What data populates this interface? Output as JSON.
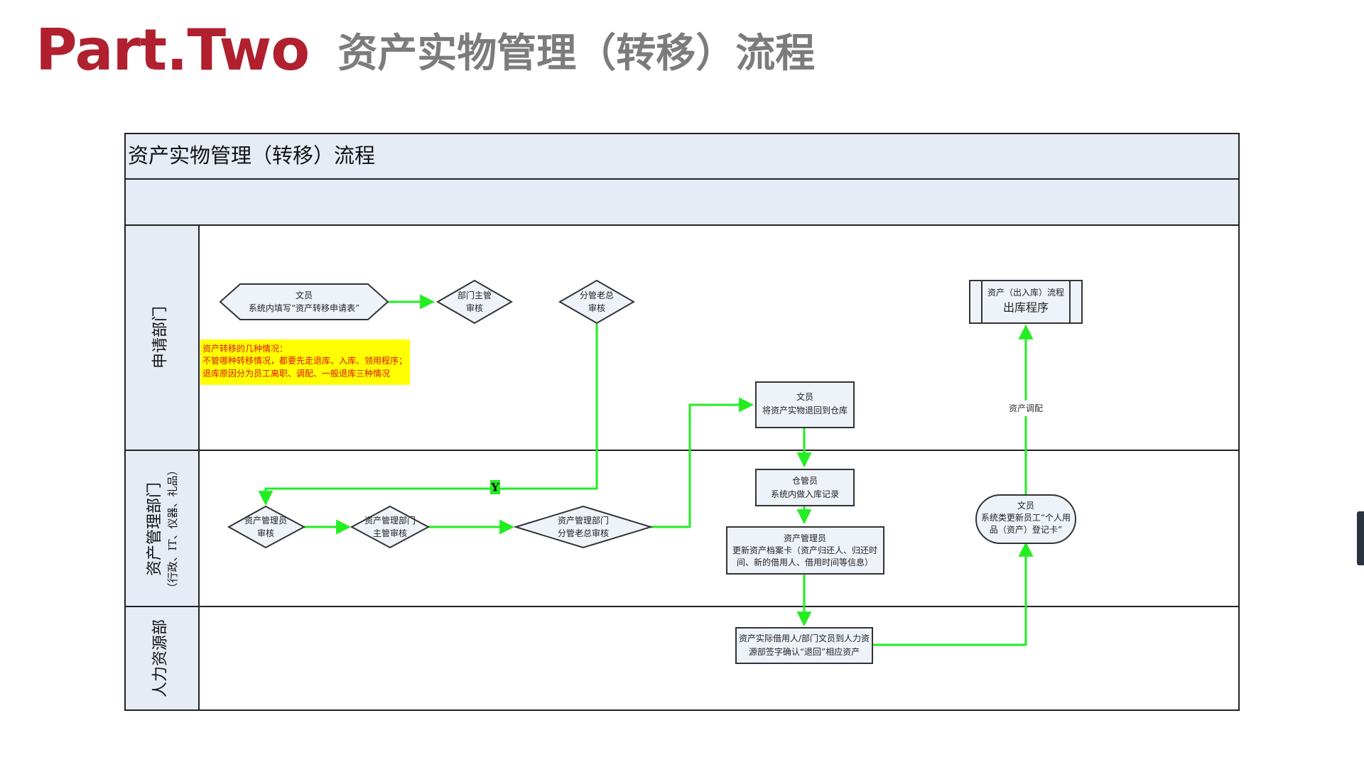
{
  "slide": {
    "part_label": "Part.Two",
    "title": "资产实物管理（转移）流程"
  },
  "diagram": {
    "header_title": "资产实物管理（转移）流程",
    "lanes": {
      "applicant": "申请部门",
      "asset_mgmt": "资产管理部门",
      "asset_mgmt_sub": "（行政、IT、仪器、礼品）",
      "hr": "人力资源部"
    },
    "nodes": {
      "clerk_fill": [
        "文员",
        "系统内填写“资产转移申请表”"
      ],
      "dept_supervisor": [
        "部门主管",
        "审核"
      ],
      "exec_review": [
        "分管老总",
        "审核"
      ],
      "outbound": [
        "资产（出入库）流程",
        "出库程序"
      ],
      "clerk_return": [
        "文员",
        "将资产实物退回到仓库"
      ],
      "warehouse": [
        "仓管员",
        "系统内做入库记录"
      ],
      "asset_admin": [
        "资产管理员",
        "更新资产档案卡（资产归还人、归还时",
        "间、新的借用人、借用时间等信息）"
      ],
      "asset_keeper": [
        "资产管理员",
        "审核"
      ],
      "asset_dept_supervisor": [
        "资产管理部门",
        "主管审核"
      ],
      "asset_dept_exec": [
        "资产管理部门",
        "分管老总审核"
      ],
      "hr_confirm": [
        "资产实际借用人/部门文员到人力资",
        "源部签字确认“退回”相应资产"
      ],
      "clerk_update": [
        "文员",
        "系统类更新员工“个人用",
        "品（资产）登记卡”"
      ]
    },
    "note": [
      "资产转移的几种情况：",
      "不管哪种转移情况，都要先走退库、入库、领用程序；",
      "退库原因分为员工离职、调配、一般退库三种情况"
    ],
    "labels": {
      "yes": "Y",
      "allocation": "资产调配"
    }
  },
  "colors": {
    "title_red": "#b0202e",
    "title_gray": "#7c7c7c",
    "lane_header_fill": "#e6ecf6",
    "node_fill": "#eef2f9",
    "arrow_green": "#22ee22",
    "note_fill": "#ffff00",
    "note_text": "#dd1111"
  }
}
